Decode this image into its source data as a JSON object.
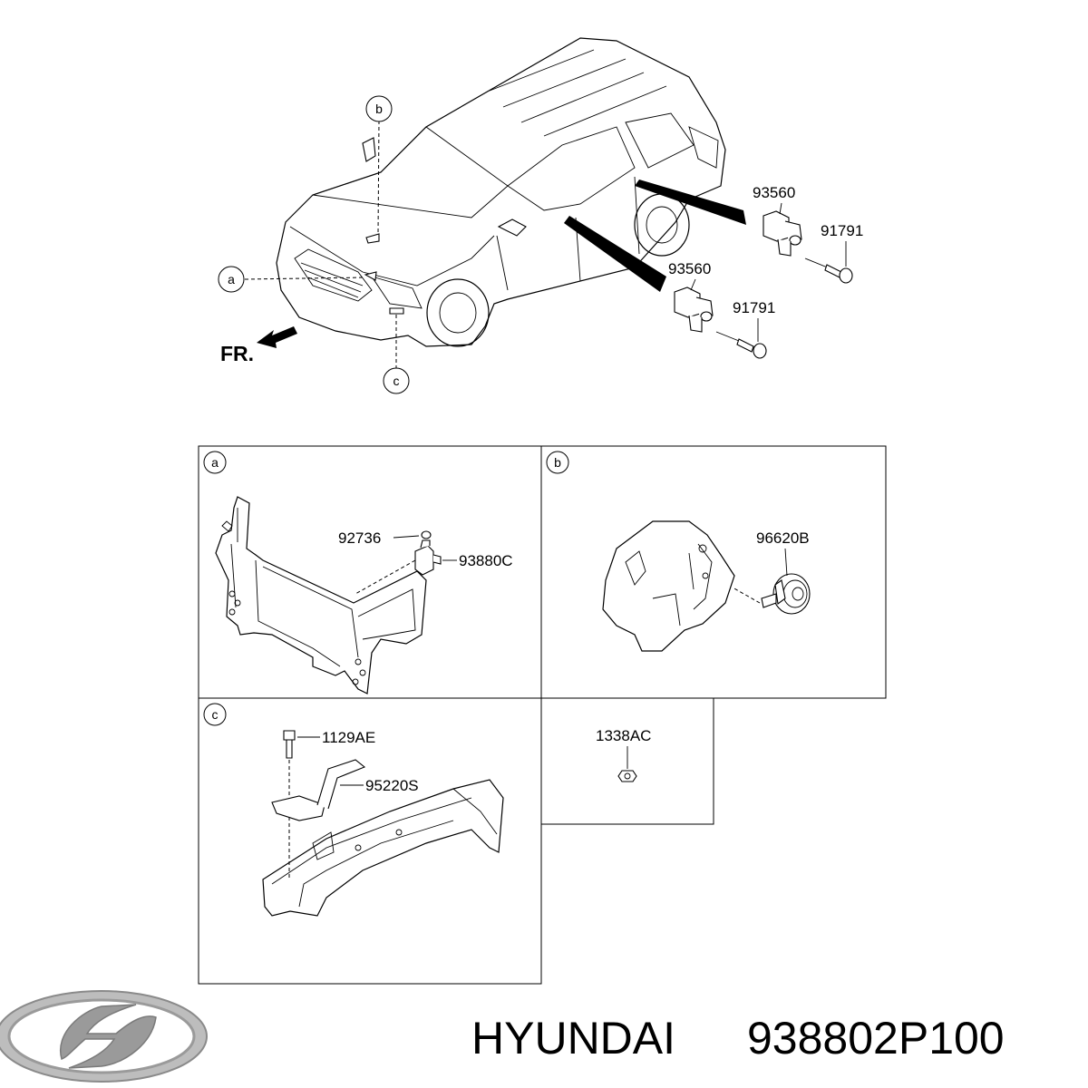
{
  "callouts": {
    "a": "a",
    "b": "b",
    "c": "c"
  },
  "front_indicator": "FR.",
  "overview_labels": {
    "door_switch_rear": "93560",
    "screw_rear": "91791",
    "door_switch_front": "93560",
    "screw_front": "91791"
  },
  "panel_a": {
    "callout": "a",
    "cap": "92736",
    "hood_switch": "93880C"
  },
  "panel_b": {
    "callout": "b",
    "horn": "96620B"
  },
  "panel_c": {
    "callout": "c",
    "bolt": "1129AE",
    "bracket": "95220S"
  },
  "panel_nut": {
    "nut": "1338AC"
  },
  "footer": {
    "brand": "HYUNDAI",
    "part_number": "938802P100"
  },
  "colors": {
    "line": "#000000",
    "logo": "#9a9a9a",
    "background": "#ffffff"
  },
  "icons": {
    "logo": "hyundai-logo-icon",
    "arrow": "front-arrow-icon"
  }
}
